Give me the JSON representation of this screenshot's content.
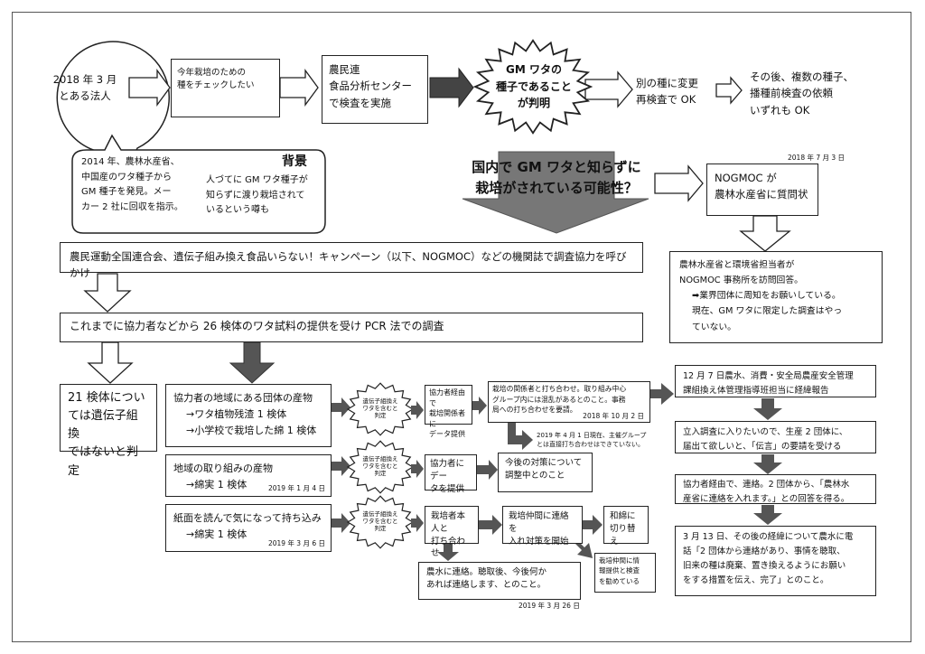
{
  "origin": {
    "line1": "2018 年 3 月",
    "line2": "とある法人"
  },
  "row1": {
    "check": {
      "line1": "今年栽培のための",
      "line2": "種をチェックしたい"
    },
    "lab": {
      "line1": "農民連",
      "line2": "食品分析センター",
      "line3": "で検査を実施"
    },
    "burst": {
      "line1": "GM ワタの",
      "line2": "種子であること",
      "line3": "が判明"
    },
    "retest": {
      "line1": "別の種に変更",
      "line2": "再検査で OK"
    },
    "after": {
      "line1": "その後、複数の種子、",
      "line2": "播種前検査の依頼",
      "line3": "いずれも OK"
    }
  },
  "background": {
    "title": "背景",
    "left1": "2014 年、農林水産省、",
    "left2": "中国産のワタ種子から",
    "left3": "GM 種子を発見。メー",
    "left4": "カー 2 社に回収を指示。",
    "right1": "人づてに GM ワタ種子が",
    "right2": "知らずに渡り栽培されて",
    "right3": "いるという噂も"
  },
  "possibility": {
    "line1": "国内で GM ワタと知らずに",
    "line2": "栽培がされている可能性？"
  },
  "nogmoc": {
    "date": "2018 年 7 月 3 日",
    "line1": "NOGMOC が",
    "line2": "農林水産省に質問状"
  },
  "ministry": {
    "line1": "農林水産省と環境省担当者が",
    "line2": "NOGMOC 事務所を訪問回答。",
    "line3": "➡業界団体に周知をお願いしている。",
    "line4": "現在、GM ワタに限定した調査はやっ",
    "line5": "ていない。"
  },
  "campaign": {
    "text": "農民運動全国連合会、遺伝子組み換え食品いらない！キャンペーン（以下、NOGMOC）などの機関誌で調査協力を呼びかけ"
  },
  "pcr": {
    "text": "これまでに協力者などから 26 検体のワタ試料の提供を受け PCR 法での調査"
  },
  "nongm": {
    "line1": "21 検体につい",
    "line2": "ては遺伝子組換",
    "line3": "ではないと判定"
  },
  "groups": {
    "local": {
      "line1": "協力者の地域にある団体の産物",
      "line2": "→ワタ植物残渣 1 検体",
      "line3": "→小学校で栽培した綿 1 検体"
    },
    "regional": {
      "line1": "地域の取り組みの産物",
      "line2": "→綿実 1 検体",
      "date": "2019 年 1 月 4 日"
    },
    "brought": {
      "line1": "紙面を読んで気になって持ち込み",
      "line2": "→綿実 1 検体",
      "date": "2019 年 3 月 6 日"
    }
  },
  "burst_small": {
    "line1": "遺伝子組換え",
    "line2": "ワタを含むと",
    "line3": "判定"
  },
  "steps": {
    "via": {
      "line1": "協力者経由で",
      "line2": "栽培関係者に",
      "line3": "データ提供"
    },
    "stakeholders": {
      "line1": "栽培の関係者と打ち合わせ。取り組み中心",
      "line2": "グループ内には混乱があるとのこと。事務",
      "line3": "局への打ち合わせを要請。",
      "date": "2018 年 10 月 2 日"
    },
    "note": {
      "line1": "2019 年 4 月 1 日現在、主催グループ",
      "line2": "とは直接打ち合わせはできていない。"
    },
    "provide": {
      "line1": "協力者にデー",
      "line2": "タを提供"
    },
    "future": {
      "line1": "今後の対策について",
      "line2": "調整中とのこと"
    },
    "grower": {
      "line1": "栽培者本人と",
      "line2": "打ち合わせ"
    },
    "peers": {
      "line1": "栽培仲間に連絡を",
      "line2": "入れ対策を開始"
    },
    "replace": {
      "line1": "和綿に",
      "line2": "切り替え"
    },
    "advice": {
      "line1": "栽培仲間に情",
      "line2": "報提供と検査",
      "line3": "を勧めている"
    },
    "maff": {
      "line1": "農水に連絡。聴取後、今後何か",
      "line2": "あれば連絡します、とのこと。",
      "date": "2019 年 3 月 26 日"
    }
  },
  "right": {
    "dec7": {
      "line1": "12 月 7 日農水、消費・安全局農産安全管理",
      "line2": "課組換え体管理指導班担当に経緯報告"
    },
    "inspect": {
      "line1": "立入調査に入りたいので、生産 2 団体に、",
      "line2": "届出て欲しいと、「伝言」の要請を受ける"
    },
    "reply": {
      "line1": "協力者経由で、連絡。2 団体から、「農林水",
      "line2": "産省に連絡を入れます。」との回答を得る。"
    },
    "mar13": {
      "line1": "3 月 13 日、その後の経緯について農水に電",
      "line2": "話「2 団体から連絡があり、事情を聴取、",
      "line3": "旧来の種は廃棄、置き換えるようにお願い",
      "line4": "をする措置を伝え、完了」とのこと。"
    }
  }
}
